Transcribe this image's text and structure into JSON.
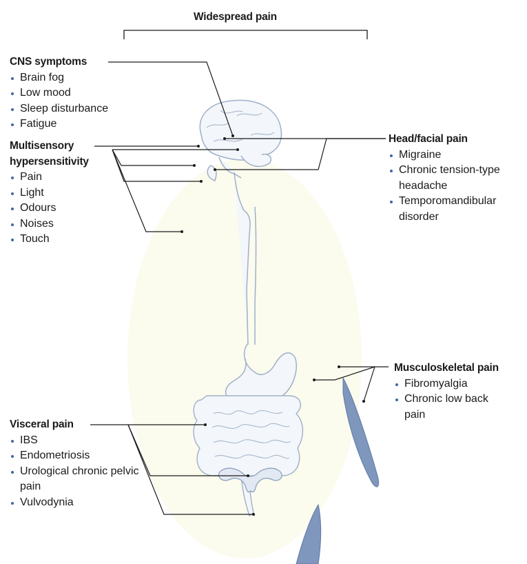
{
  "title": "Widespread pain",
  "groups": {
    "cns": {
      "heading": "CNS symptoms",
      "items": [
        "Brain fog",
        "Low mood",
        "Sleep disturbance",
        "Fatigue"
      ]
    },
    "multisensory": {
      "heading_line1": "Multisensory",
      "heading_line2": "hypersensitivity",
      "items": [
        "Pain",
        "Light",
        "Odours",
        "Noises",
        "Touch"
      ]
    },
    "head": {
      "heading": "Head/facial pain",
      "items": [
        "Migraine",
        "Chronic tension-type headache",
        "Temporomandibular disorder"
      ]
    },
    "musculo": {
      "heading": "Musculoskeletal pain",
      "items": [
        "Fibromyalgia",
        "Chronic low back pain"
      ]
    },
    "visceral": {
      "heading": "Visceral pain",
      "items": [
        "IBS",
        "Endometriosis",
        "Urological chronic pelvic pain",
        "Vulvodynia"
      ]
    }
  },
  "colors": {
    "line": "#1a1a1a",
    "bullet": "#3f66a8",
    "organ_stroke": "#9fb0c7",
    "organ_fill": "#f3f6fa",
    "muscle": "#6d86b0",
    "body_tint": "#fbfbee"
  }
}
